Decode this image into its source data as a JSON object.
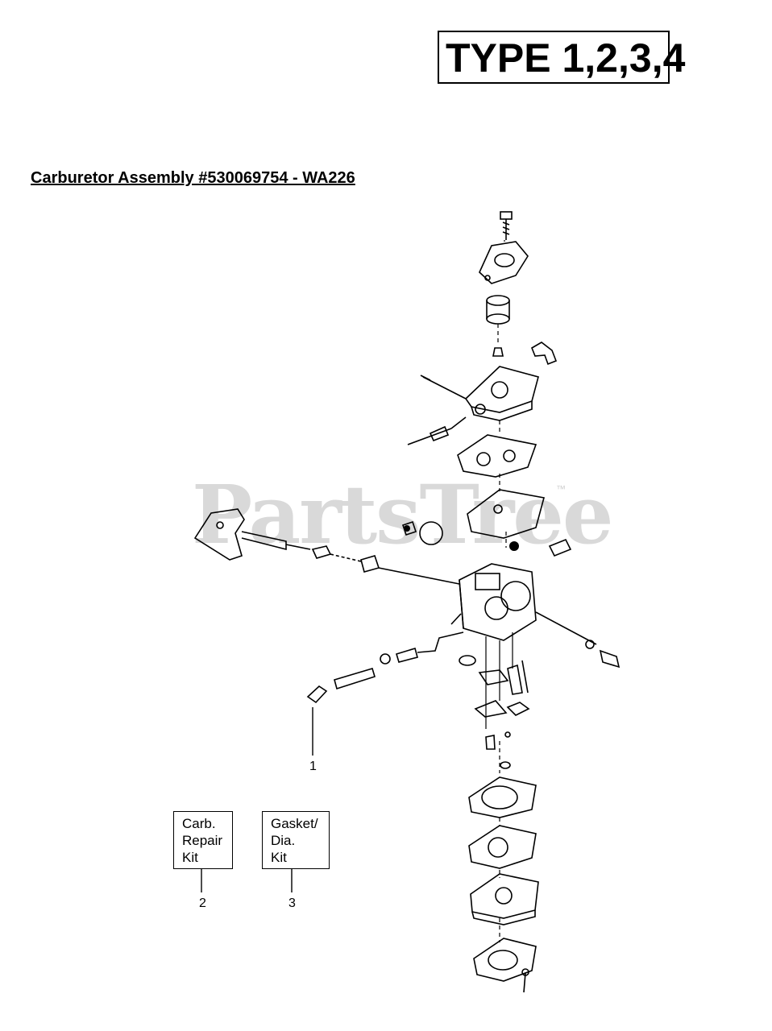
{
  "header": {
    "type_label": "TYPE 1,2,3,4",
    "title": "Carburetor Assembly  #530069754 - WA226"
  },
  "watermark": {
    "text": "PartsTree",
    "tm": "™"
  },
  "callouts": {
    "c1": "1",
    "c2": "2",
    "c3": "3"
  },
  "kits": {
    "repair": {
      "line1": "Carb.",
      "line2": "Repair",
      "line3": "Kit"
    },
    "gasket": {
      "line1": "Gasket/",
      "line2": "Dia.",
      "line3": "Kit"
    }
  }
}
